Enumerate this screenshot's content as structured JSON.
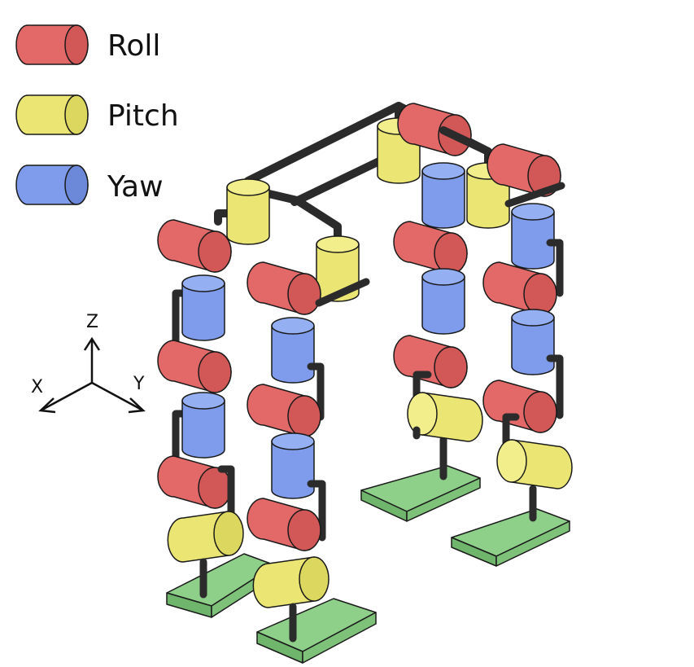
{
  "legend": {
    "items": [
      {
        "key": "roll",
        "label": "Roll",
        "color": "#e36868"
      },
      {
        "key": "pitch",
        "label": "Pitch",
        "color": "#ebe673"
      },
      {
        "key": "yaw",
        "label": "Yaw",
        "color": "#7e9ceb"
      }
    ]
  },
  "axes": {
    "x": "X",
    "y": "Y",
    "z": "Z"
  },
  "colors": {
    "roll": "#e36868",
    "pitch": "#ebe673",
    "yaw": "#7e9ceb",
    "foot": "#8ecf8a",
    "link": "#2b2b2b",
    "outline": "#1a1a1a"
  }
}
